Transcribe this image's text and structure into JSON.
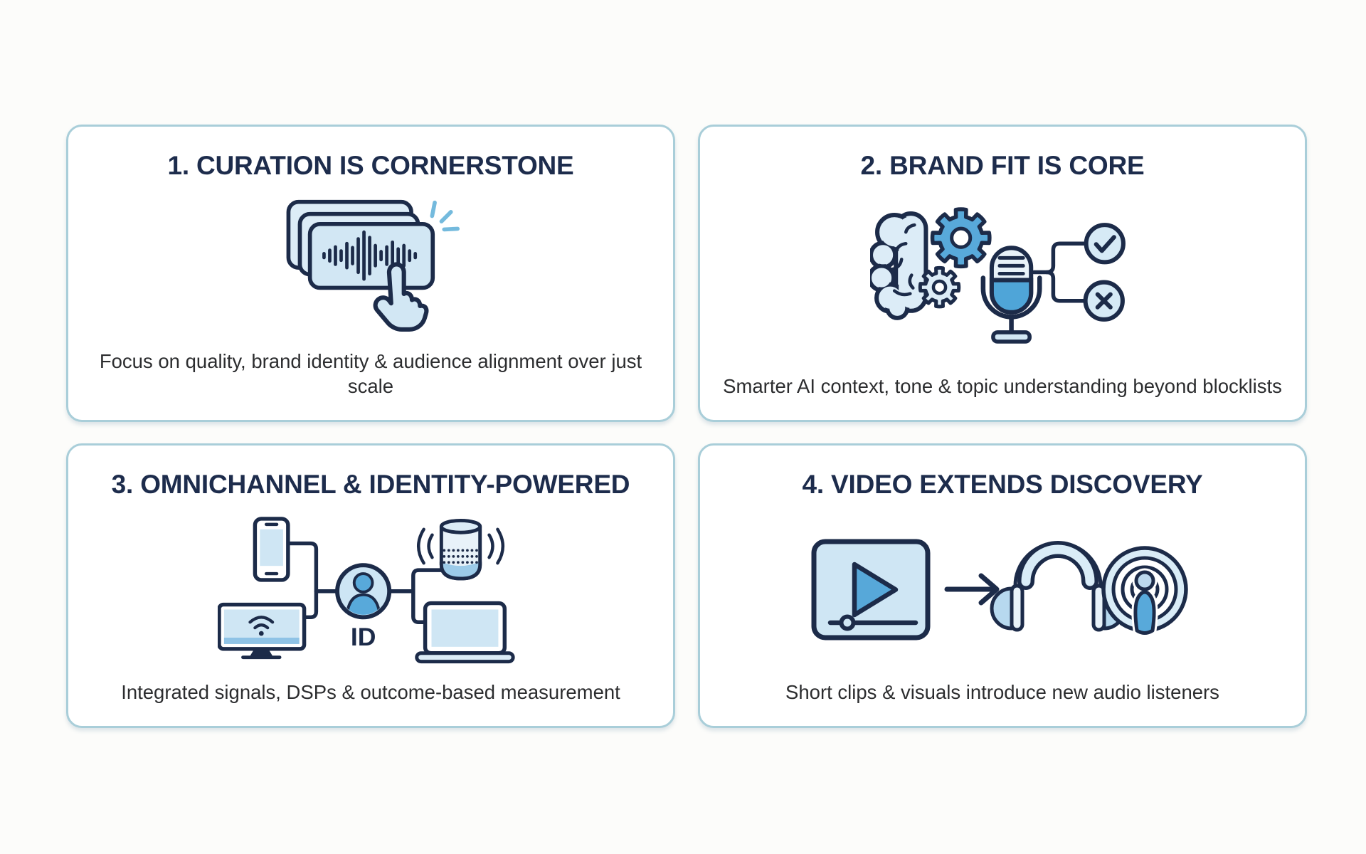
{
  "infographic": {
    "cards": [
      {
        "title": "1. CURATION IS CORNERSTONE",
        "description": "Focus on quality, brand identity & audience alignment over just scale",
        "icon": "curated-audio-cards-tap-icon"
      },
      {
        "title": "2. BRAND FIT IS CORE",
        "description": "Smarter AI context, tone & topic understanding beyond blocklists",
        "icon": "brain-gears-microphone-approval-icon"
      },
      {
        "title": "3. OMNICHANNEL & IDENTITY-POWERED",
        "description": "Integrated signals, DSPs & outcome-based measurement",
        "icon": "connected-devices-identity-icon",
        "icon_label": "ID"
      },
      {
        "title": "4. VIDEO EXTENDS DISCOVERY",
        "description": "Short clips & visuals introduce new audio listeners",
        "icon": "video-player-to-audio-listeners-icon"
      }
    ],
    "colors": {
      "ink_navy": "#1c2b49",
      "title_navy": "#1d2c4c",
      "fill_light_blue": "#d2e7f4",
      "fill_pale_blue": "#e8f2f9",
      "accent_blue": "#58a9da",
      "sparkle_blue": "#74badd",
      "card_border": "#a9ced9",
      "body_text": "#2c2d2f",
      "background": "#fcfcfa"
    }
  }
}
